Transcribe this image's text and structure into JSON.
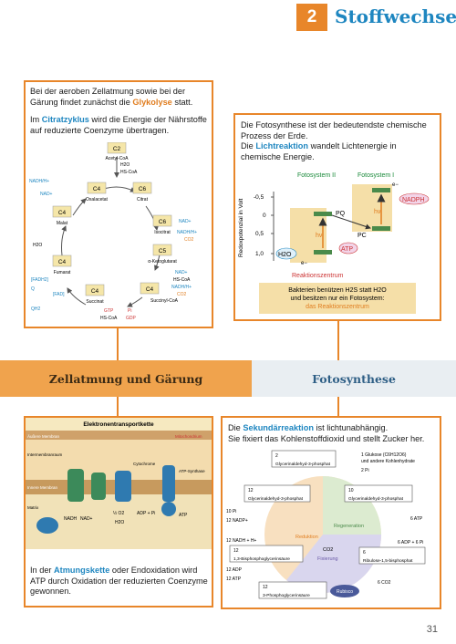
{
  "header": {
    "chapter_number": "2",
    "chapter_title": "Stoffwechsel"
  },
  "card_respiration": {
    "p1_pre": "Bei der aeroben Zellatmung sowie bei der Gärung findet zunächst die ",
    "p1_hl": "Glykolyse",
    "p1_post": " statt.",
    "p2_hl": "Citratzyklus",
    "p2_pre": "Im ",
    "p2_post": " wird die Energie der Nährstoffe auf reduzierte Coenzyme übertragen."
  },
  "citrate_cycle": {
    "nodes": [
      {
        "label": "C2",
        "sub": "Acetyl-CoA"
      },
      {
        "label": "C4",
        "sub": "Oxalacetat"
      },
      {
        "label": "C6",
        "sub": "Citrat"
      },
      {
        "label": "C6",
        "sub": "Isocitrat"
      },
      {
        "label": "C5",
        "sub": "α-Ketoglutarat"
      },
      {
        "label": "C4",
        "sub": "Succinyl-CoA"
      },
      {
        "label": "C4",
        "sub": "Succinat"
      },
      {
        "label": "C4",
        "sub": "Fumarat"
      },
      {
        "label": "C4",
        "sub": "Malat"
      }
    ],
    "labels": {
      "h2o_hscoa": "H2O",
      "hscoa": "HS-CoA",
      "nadh_top": "NADH/H+",
      "nad_top": "NAD+",
      "nad_right": "NAD+",
      "nadh_right": "NADH/H+",
      "co2_right": "CO2",
      "nad_lower": "NAD+",
      "hscoa_lower": "HS-CoA",
      "nadh_lower": "NADH/H+",
      "co2_lower": "CO2",
      "h2o_left": "H2O",
      "fadh2": "[FADH2]",
      "fad": "[FAD]",
      "q": "Q",
      "qh2": "QH2",
      "gtp": "GTP",
      "pi": "Pi",
      "gdp": "GDP",
      "hscoa_bottom": "HS-CoA"
    }
  },
  "card_photo": {
    "p1": "Die Fotosynthese ist der bedeutendste chemische Prozess der Erde.",
    "p2_pre": "Die ",
    "p2_hl": "Lichtreaktion",
    "p2_post": " wandelt Lichtenergie in chemische Energie.",
    "diagram": {
      "ylabel": "Redoxpotenzial in Volt",
      "ticks": [
        "-0,5",
        "0",
        "0,5",
        "1,0"
      ],
      "ps2": "Fotosystem II",
      "ps1": "Fotosystem I",
      "pq": "PQ",
      "pc": "PC",
      "hv1": "hν",
      "hv2": "hν",
      "atp": "ATP",
      "h2o": "H2O",
      "nadph": "NADPH",
      "e1": "e−",
      "e2": "e−",
      "rz": "Reaktionszentrum"
    },
    "note_l1": "Bakterien benützen H2S statt H2O",
    "note_l2": "und besitzen nur ein Fotosystem:",
    "note_l3": "das Reaktionszentrum"
  },
  "band": {
    "left": "Zellatmung und Gärung",
    "right": "Fotosynthese"
  },
  "card_chain": {
    "diagram_title": "Elektronentransportkette",
    "labels": {
      "outer": "Äußere Membran",
      "inter": "Intermembranraum",
      "inner": "Innere Membran",
      "matrix": "Matrix",
      "mito": "Mitochondrium",
      "cyt": "Cytochrome",
      "synth": "ATP-Synthase",
      "nadh": "NADH",
      "nad": "NAD+",
      "o2": "½ O2",
      "h2o": "H2O",
      "adp": "ADP + Pi",
      "atp": "ATP"
    },
    "p_pre": "In der ",
    "p_hl": "Atmungskette",
    "p_mid": " oder Endoxidation wird ATP durch Oxidation der reduzierten Coenzyme gewonnen."
  },
  "card_calvin": {
    "p1_pre": "Die ",
    "p1_hl": "Sekundärreaktion",
    "p1_post": " ist lichtunabhängig.",
    "p2": "Sie fixiert das Kohlenstoffdioxid und stellt Zucker her.",
    "diagram": {
      "box1_n": "2",
      "box1": "Glycerinaldehyd-3-phosphat",
      "box2_n": "12",
      "box2": "Glycerinaldehyd-3-phosphat",
      "box3_n": "10",
      "box3": "Glycerinaldehyd-3-phosphat",
      "box4_n": "12",
      "box4": "1,3-Bisphosphoglycerinsäure",
      "box5_n": "6",
      "box5": "Ribulose-1,5-bisphosphat",
      "box6_n": "12",
      "box6": "3-Phosphoglycerinsäure",
      "glucose": "1 Glukose (C6H12O6)",
      "glucose2": "und andere Kohlenhydrate",
      "pi2": "2 Pi",
      "pi10": "10 Pi",
      "nadp": "12 NADP+",
      "nadph": "12 NADH + H+",
      "adp12": "12 ADP",
      "atp12": "12 ATP",
      "atp6": "6 ATP",
      "adp6": "6 ADP + 6 Pi",
      "reduktion": "Reduktion",
      "regeneration": "Regeneration",
      "fixierung": "Fixierung",
      "co2": "CO2",
      "co2_6": "6 CO2",
      "rubisco": "Rubisco"
    }
  },
  "page_number": "31"
}
